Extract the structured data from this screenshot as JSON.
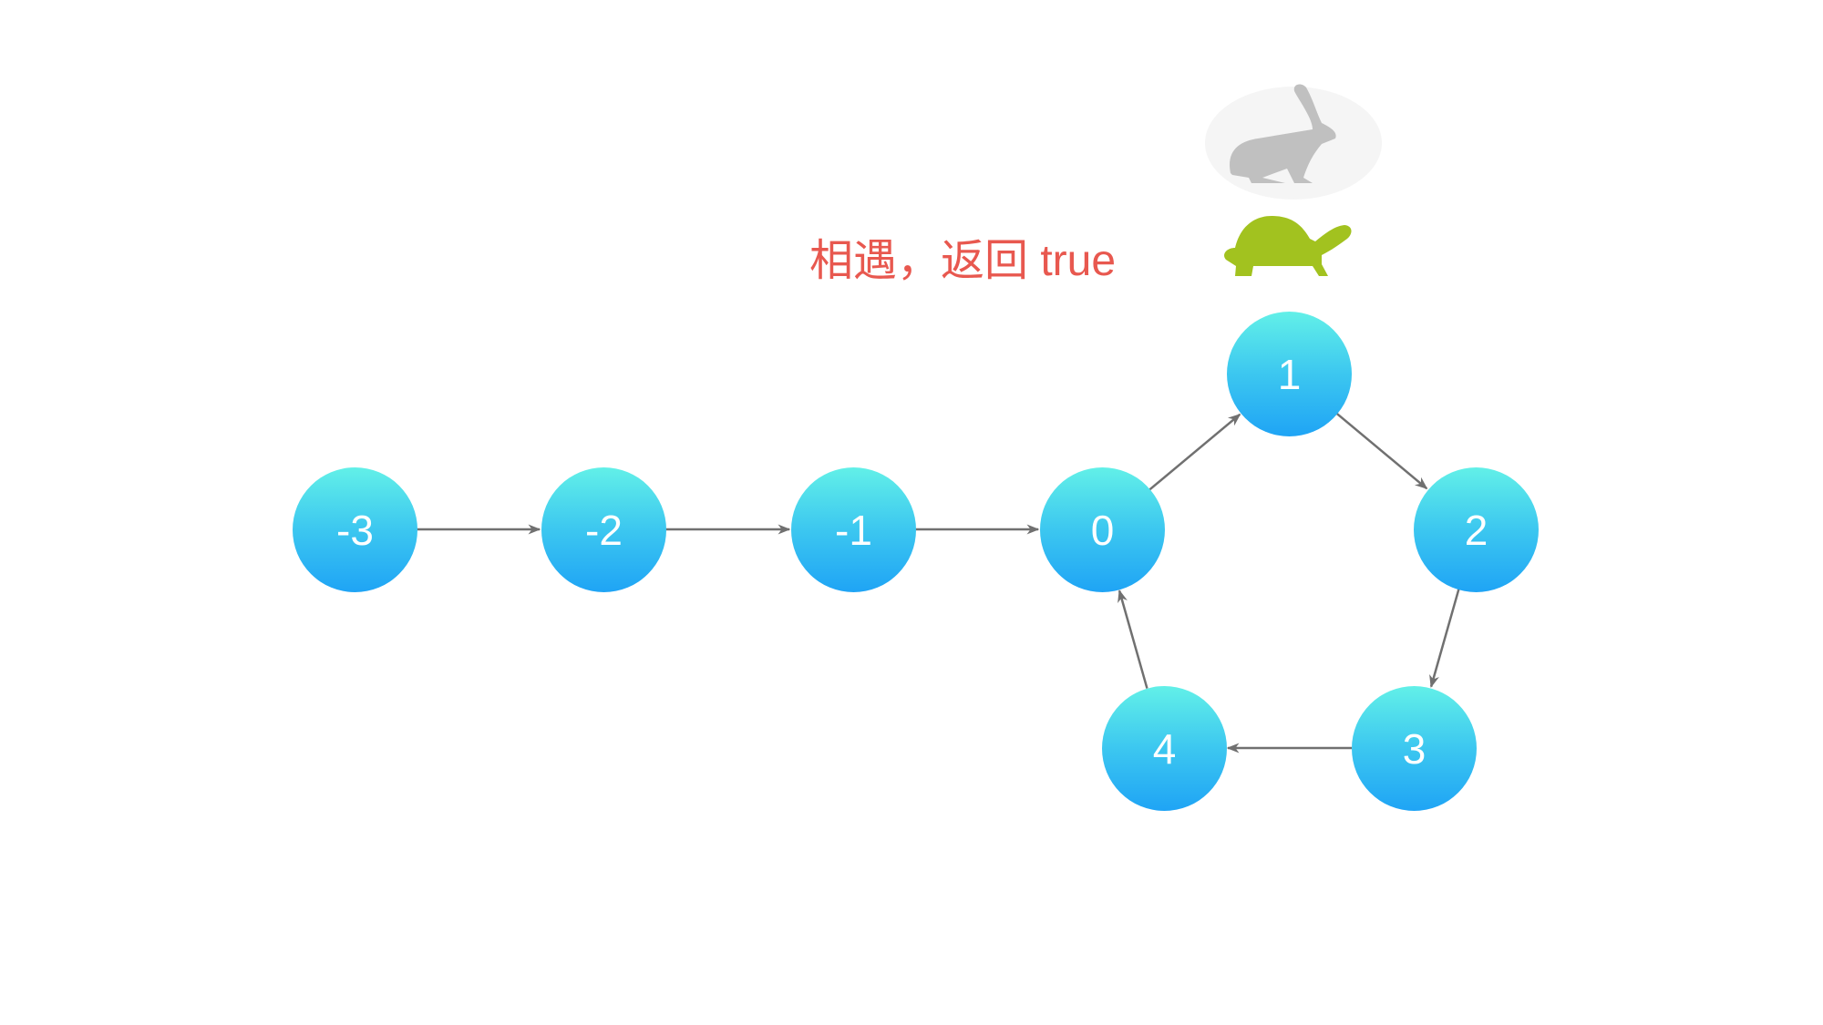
{
  "message": "相遇，返回 true",
  "colors": {
    "message": "#e8584f",
    "turtle": "#a2c21f",
    "rabbit": "#c0c0c0",
    "arrow": "#707070"
  },
  "icons": {
    "fast_pointer": "rabbit-icon",
    "slow_pointer": "turtle-icon"
  },
  "nodes": [
    {
      "id": "n-3",
      "label": "-3"
    },
    {
      "id": "n-2",
      "label": "-2"
    },
    {
      "id": "n-1",
      "label": "-1"
    },
    {
      "id": "n0",
      "label": "0"
    },
    {
      "id": "n1",
      "label": "1"
    },
    {
      "id": "n2",
      "label": "2"
    },
    {
      "id": "n3",
      "label": "3"
    },
    {
      "id": "n4",
      "label": "4"
    }
  ],
  "edges": [
    [
      "n-3",
      "n-2"
    ],
    [
      "n-2",
      "n-1"
    ],
    [
      "n-1",
      "n0"
    ],
    [
      "n0",
      "n1"
    ],
    [
      "n1",
      "n2"
    ],
    [
      "n2",
      "n3"
    ],
    [
      "n3",
      "n4"
    ],
    [
      "n4",
      "n0"
    ]
  ]
}
